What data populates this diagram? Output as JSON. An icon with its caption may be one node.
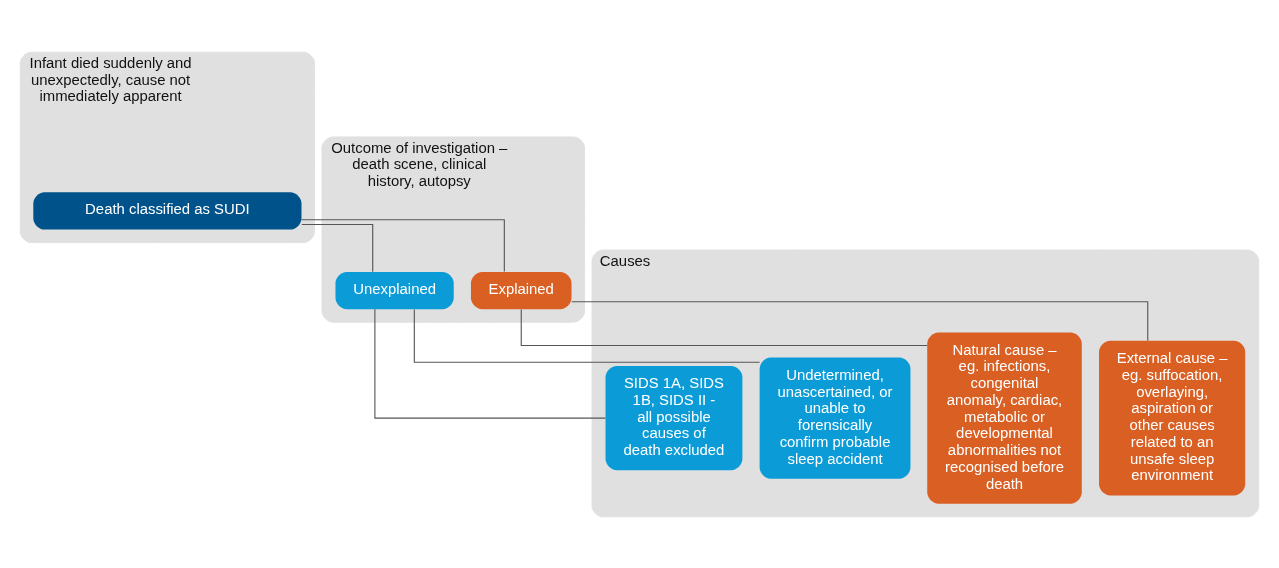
{
  "diagram": {
    "nodes": [
      {
        "text": [
          "Infant died suddenly and unexpectedly, cause not immediately apparent"
        ]
      },
      {
        "text": [
          "Death classified as SUDI"
        ],
        "in": 0
      },
      {
        "text": [
          "Outcome of investigation – death scene, clinical history, autopsy"
        ]
      },
      {
        "text": [
          "Explained"
        ],
        "in": 2
      },
      {
        "text": [
          "Unexplained"
        ],
        "in": 2
      },
      {
        "text": [
          "Causes"
        ]
      },
      {
        "text": [
          "External cause – eg. suffocation, overlaying, aspiration or other causes related to an unsafe sleep environment"
        ],
        "in": 5
      },
      {
        "text": [
          "Natural cause – eg. infections, congenital anomaly, cardiac, metabolic or developmental abnormalities not recognised before death"
        ],
        "in": 5
      },
      {
        "text": [
          "Undetermined, unascertained, or unable to forensically confirm probable sleep accident"
        ],
        "in": 5
      },
      {
        "text": [
          "SIDS 1A, SIDS 1B, SIDS II - all possible causes of death excluded"
        ],
        "in": 5
      }
    ],
    "edges": [
      {
        "from": 1,
        "to": 3,
        "arrow": "none"
      },
      {
        "from": 1,
        "to": 4,
        "arrow": "none"
      },
      {
        "from": 3,
        "to": 6,
        "arrow": "none"
      },
      {
        "from": 3,
        "to": 7,
        "arrow": "none"
      },
      {
        "from": 4,
        "to": 8,
        "arrow": "none"
      },
      {
        "from": 4,
        "to": 9,
        "arrow": "none"
      }
    ]
  }
}
